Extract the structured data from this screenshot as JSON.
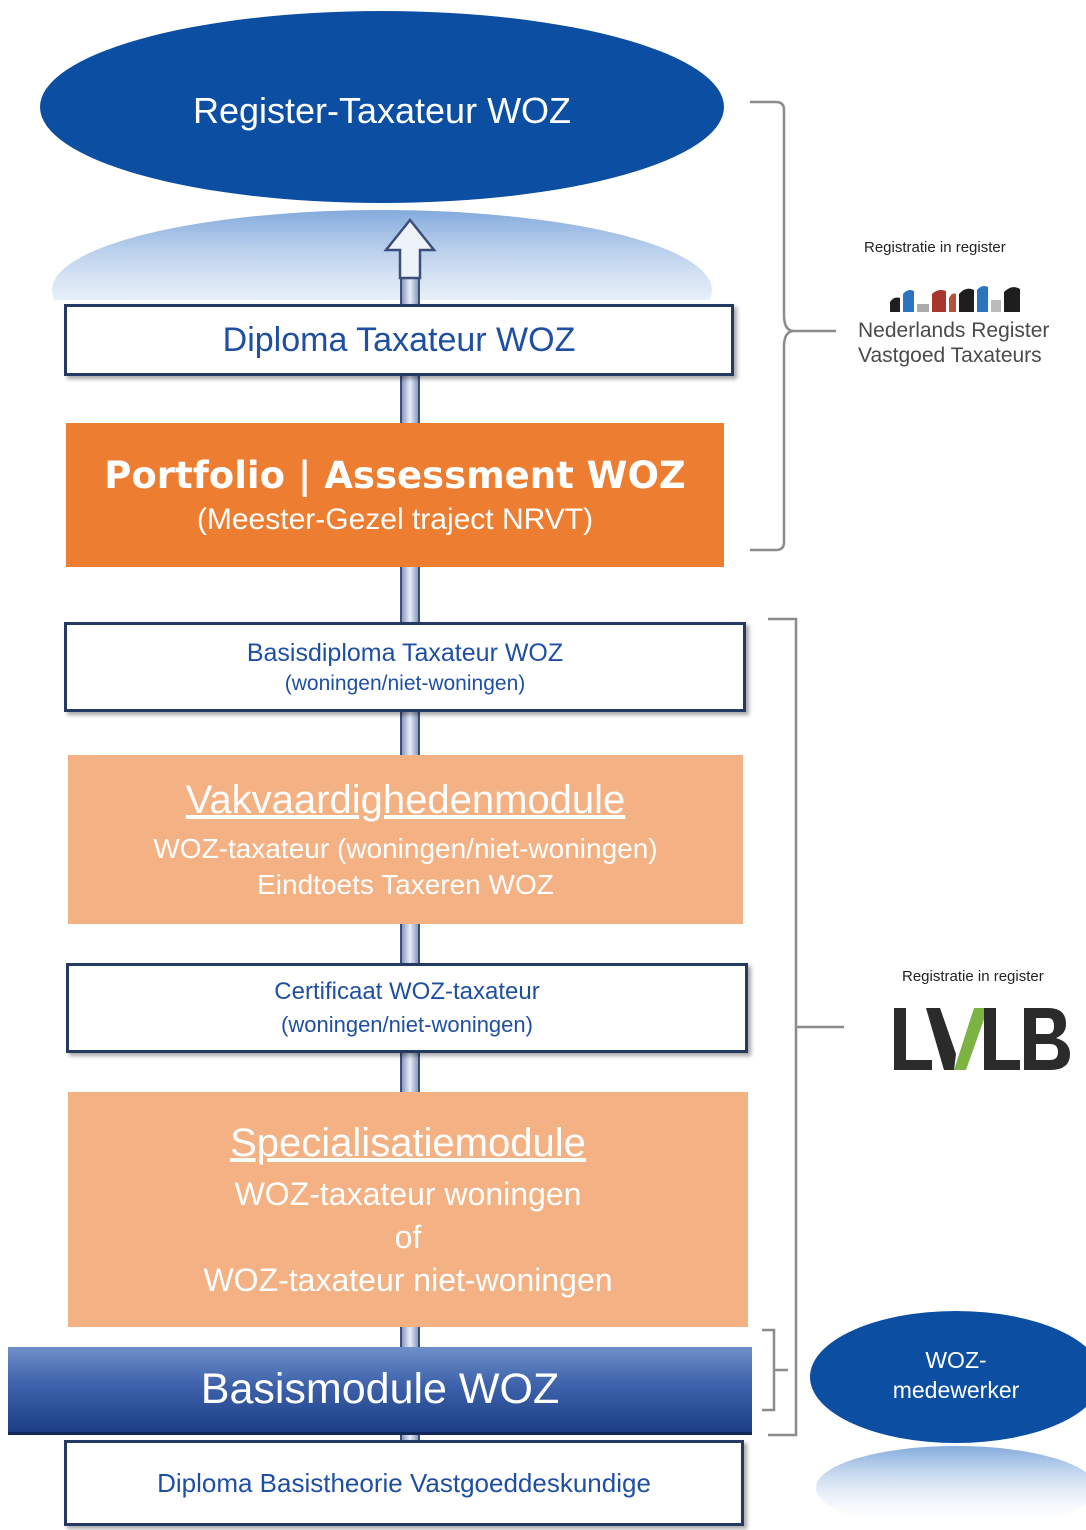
{
  "colors": {
    "navy": "#0b4ea2",
    "box_border": "#243a63",
    "box_text": "#1f4fa3",
    "orange": "#ed7d31",
    "light_orange": "#f4b183",
    "bracket": "#8c8c8c"
  },
  "top_ellipse": {
    "label": "Register-Taxateur WOZ"
  },
  "steps": {
    "diploma_taxateur": {
      "label": "Diploma Taxateur WOZ"
    },
    "portfolio": {
      "title": "Portfolio | Assessment WOZ",
      "subtitle": "(Meester-Gezel traject NRVT)"
    },
    "basisdiploma": {
      "line1": "Basisdiploma Taxateur WOZ",
      "line2": "(woningen/niet-woningen)"
    },
    "vakvaardigheden": {
      "title": "Vakvaardighedenmodule",
      "line1": "WOZ-taxateur (woningen/niet-woningen)",
      "line2": "Eindtoets Taxeren WOZ"
    },
    "certificaat": {
      "line1": "Certificaat WOZ-taxateur",
      "line2": "(woningen/niet-woningen)"
    },
    "specialisatie": {
      "title": "Specialisatiemodule",
      "line1": "WOZ-taxateur woningen",
      "line2": "of",
      "line3": "WOZ-taxateur niet-woningen"
    },
    "basismodule": {
      "label": "Basismodule WOZ"
    },
    "basistheorie": {
      "label": "Diploma Basistheorie Vastgoeddeskundige"
    }
  },
  "registrations": {
    "nrvt": {
      "caption": "Registratie in register",
      "logo_line1": "Nederlands Register",
      "logo_line2": "Vastgoed Taxateurs"
    },
    "lvlb": {
      "caption": "Registratie in register",
      "logo_text": "LVLB"
    }
  },
  "side_ellipse": {
    "line1": "WOZ-",
    "line2": "medewerker"
  }
}
